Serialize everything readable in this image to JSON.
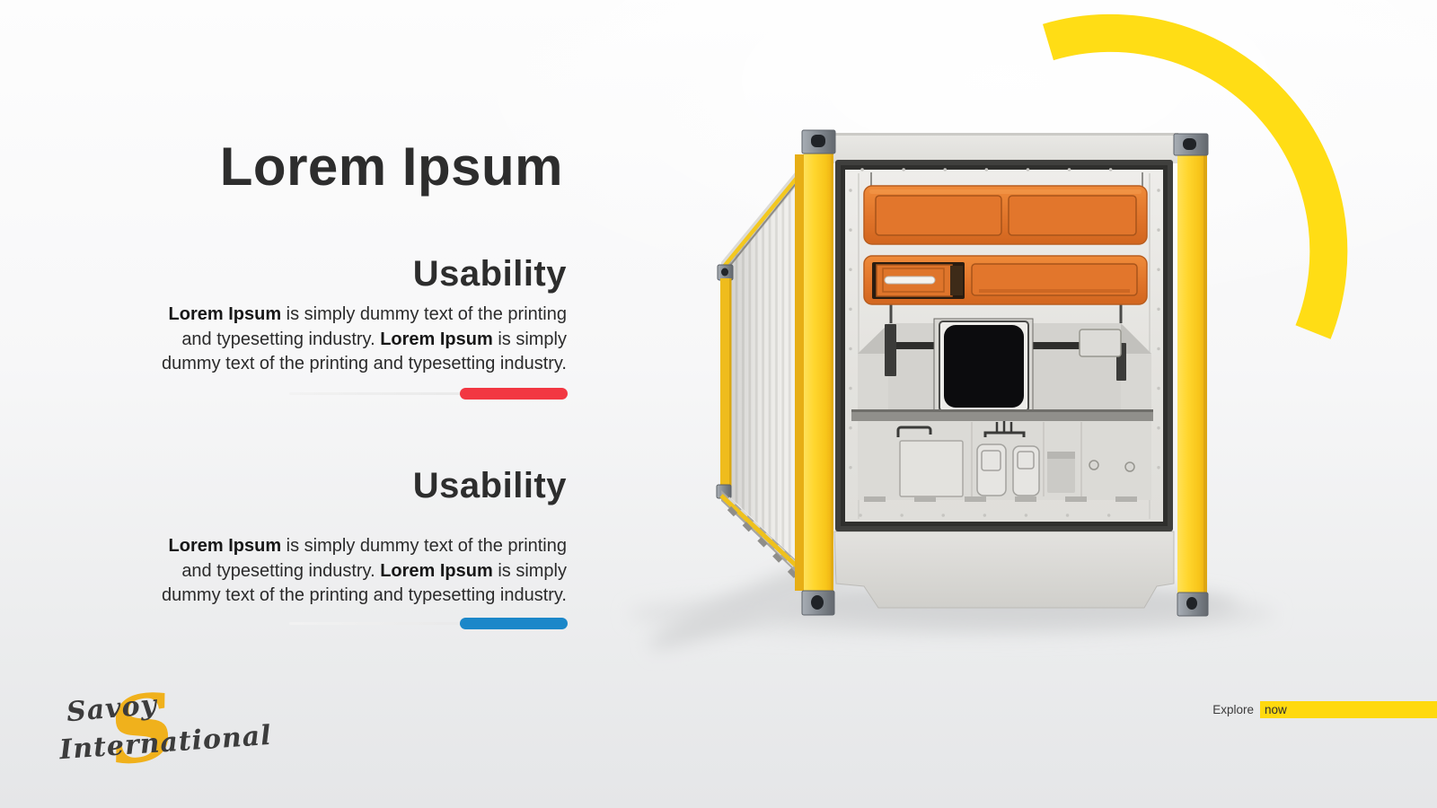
{
  "colors": {
    "accent_yellow": "#FFD90F",
    "arc_yellow": "#FFDD15",
    "container_yellow": "#FBC91C",
    "panel_orange": "#E4782C",
    "bar_red": "#F23742",
    "bar_blue": "#1B87C9",
    "text_dark": "#2D2D2D",
    "body_text": "#2B2B2B",
    "logo_text": "#3C3C3C",
    "logo_swash": "#F0B11C"
  },
  "title": "Lorem Ipsum",
  "sections": [
    {
      "heading": "Usability",
      "parts": [
        "Lorem Ipsum",
        " is simply dummy text of the printing and typesetting industry. ",
        "Lorem Ipsum",
        " is simply dummy text of the printing and typesetting industry."
      ],
      "underline_color": "#F23742"
    },
    {
      "heading": "Usability",
      "parts": [
        "Lorem Ipsum",
        " is simply dummy text of the printing and typesetting industry. ",
        "Lorem Ipsum",
        " is simply dummy text of the printing and typesetting industry."
      ],
      "underline_color": "#1B87C9"
    }
  ],
  "logo": {
    "line1": "Savoy",
    "line2": "International",
    "swash": "S"
  },
  "cta": {
    "label": "Explore",
    "highlight": "now"
  },
  "illustration": {
    "description": "3D render of a yellow-and-white refrigerated shipping container, front machinery face with orange vent panels open"
  }
}
